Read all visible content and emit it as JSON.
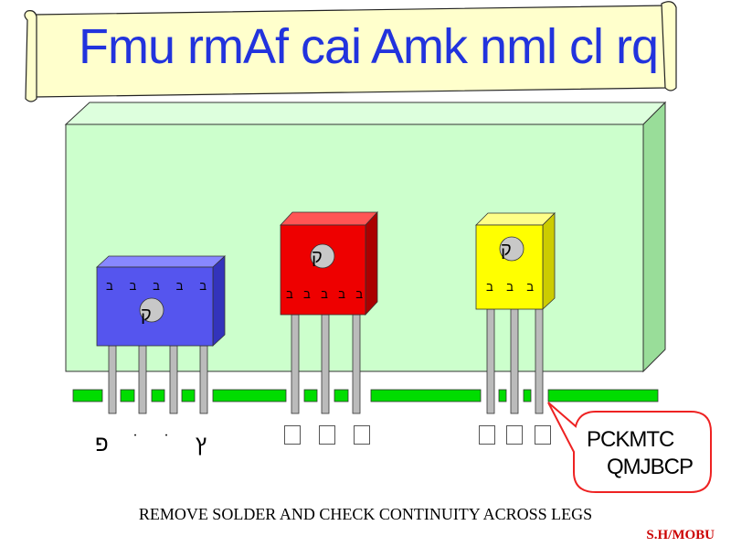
{
  "title": "Fmu rmAf cai Amk nml cl rq",
  "instruction": "REMOVE SOLDER AND CHECK CONTINUITY ACROSS LEGS",
  "credit": "S.H/MOBU",
  "callout": {
    "line1": "PCKMTC",
    "line2": "QMJBCP"
  },
  "components": [
    {
      "name": "blue",
      "top_glyphs": [
        "ב",
        "ב",
        "ב",
        "ב",
        "ב"
      ],
      "knob_glyph": "ק"
    },
    {
      "name": "red",
      "top_glyphs": [
        "ב",
        "ב",
        "ב",
        "ב",
        "ב"
      ],
      "knob_glyph": "ק"
    },
    {
      "name": "yellow",
      "top_glyphs": [
        "ב",
        "ב",
        "ב"
      ],
      "knob_glyph": "ק"
    }
  ],
  "pin_labels_blue": [
    "פ",
    "ׄ",
    "ׄ",
    "ץ"
  ],
  "colors": {
    "scroll": "#ffffcc",
    "title": "#2233dd",
    "board": "#ccffcc",
    "board_side": "#99dd99",
    "pads": "#00dd00",
    "blue": "#5555ee",
    "red": "#ee0000",
    "yellow": "#ffff00",
    "callout_border": "#ee2222",
    "credit": "#cc0000"
  }
}
